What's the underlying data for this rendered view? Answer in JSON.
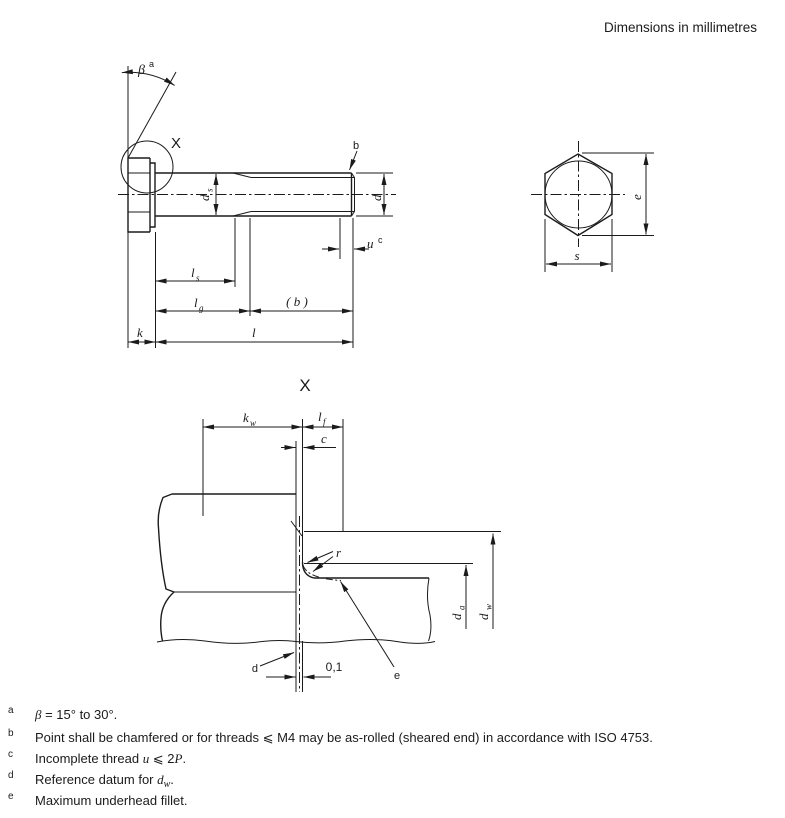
{
  "header": {
    "units_note": "Dimensions in millimetres"
  },
  "drawing": {
    "detail_ref": "X",
    "detail_title": "X",
    "beta": "β",
    "beta_sup": "a",
    "b_ref": "b",
    "d": "d",
    "ds": {
      "main": "d",
      "sub": "s"
    },
    "u": "u",
    "u_sup": "c",
    "ls": {
      "main": "l",
      "sub": "s"
    },
    "lg": {
      "main": "l",
      "sub": "g"
    },
    "b_paren": "( b )",
    "k": "k",
    "l": "l",
    "e_hex": "e",
    "s_hex": "s",
    "kw": {
      "main": "k",
      "sub": "w"
    },
    "lf": {
      "main": "l",
      "sub": "f"
    },
    "c": "c",
    "r": "r",
    "da": {
      "main": "d",
      "sub": "a"
    },
    "dw": {
      "main": "d",
      "sub": "w"
    },
    "offset": "0,1",
    "d_ref": "d",
    "e_ref": "e"
  },
  "footnotes": [
    {
      "m": "a",
      "t1": "",
      "v1": "β",
      "s1": "",
      "t2": " = 15° to 30°.",
      "v2": "",
      "t3": ""
    },
    {
      "m": "b",
      "t1": "Point shall be chamfered or for threads ⩽ M4 may be as-rolled (sheared end) in accordance with ISO 4753.",
      "v1": "",
      "s1": "",
      "t2": "",
      "v2": "",
      "t3": ""
    },
    {
      "m": "c",
      "t1": "Incomplete thread ",
      "v1": "u",
      "s1": "",
      "t2": " ⩽ 2",
      "v2": "P",
      "t3": "."
    },
    {
      "m": "d",
      "t1": "Reference datum for ",
      "v1": "d",
      "s1": "w",
      "t2": ".",
      "v2": "",
      "t3": ""
    },
    {
      "m": "e",
      "t1": "Maximum underhead fillet.",
      "v1": "",
      "s1": "",
      "t2": "",
      "v2": "",
      "t3": ""
    }
  ]
}
